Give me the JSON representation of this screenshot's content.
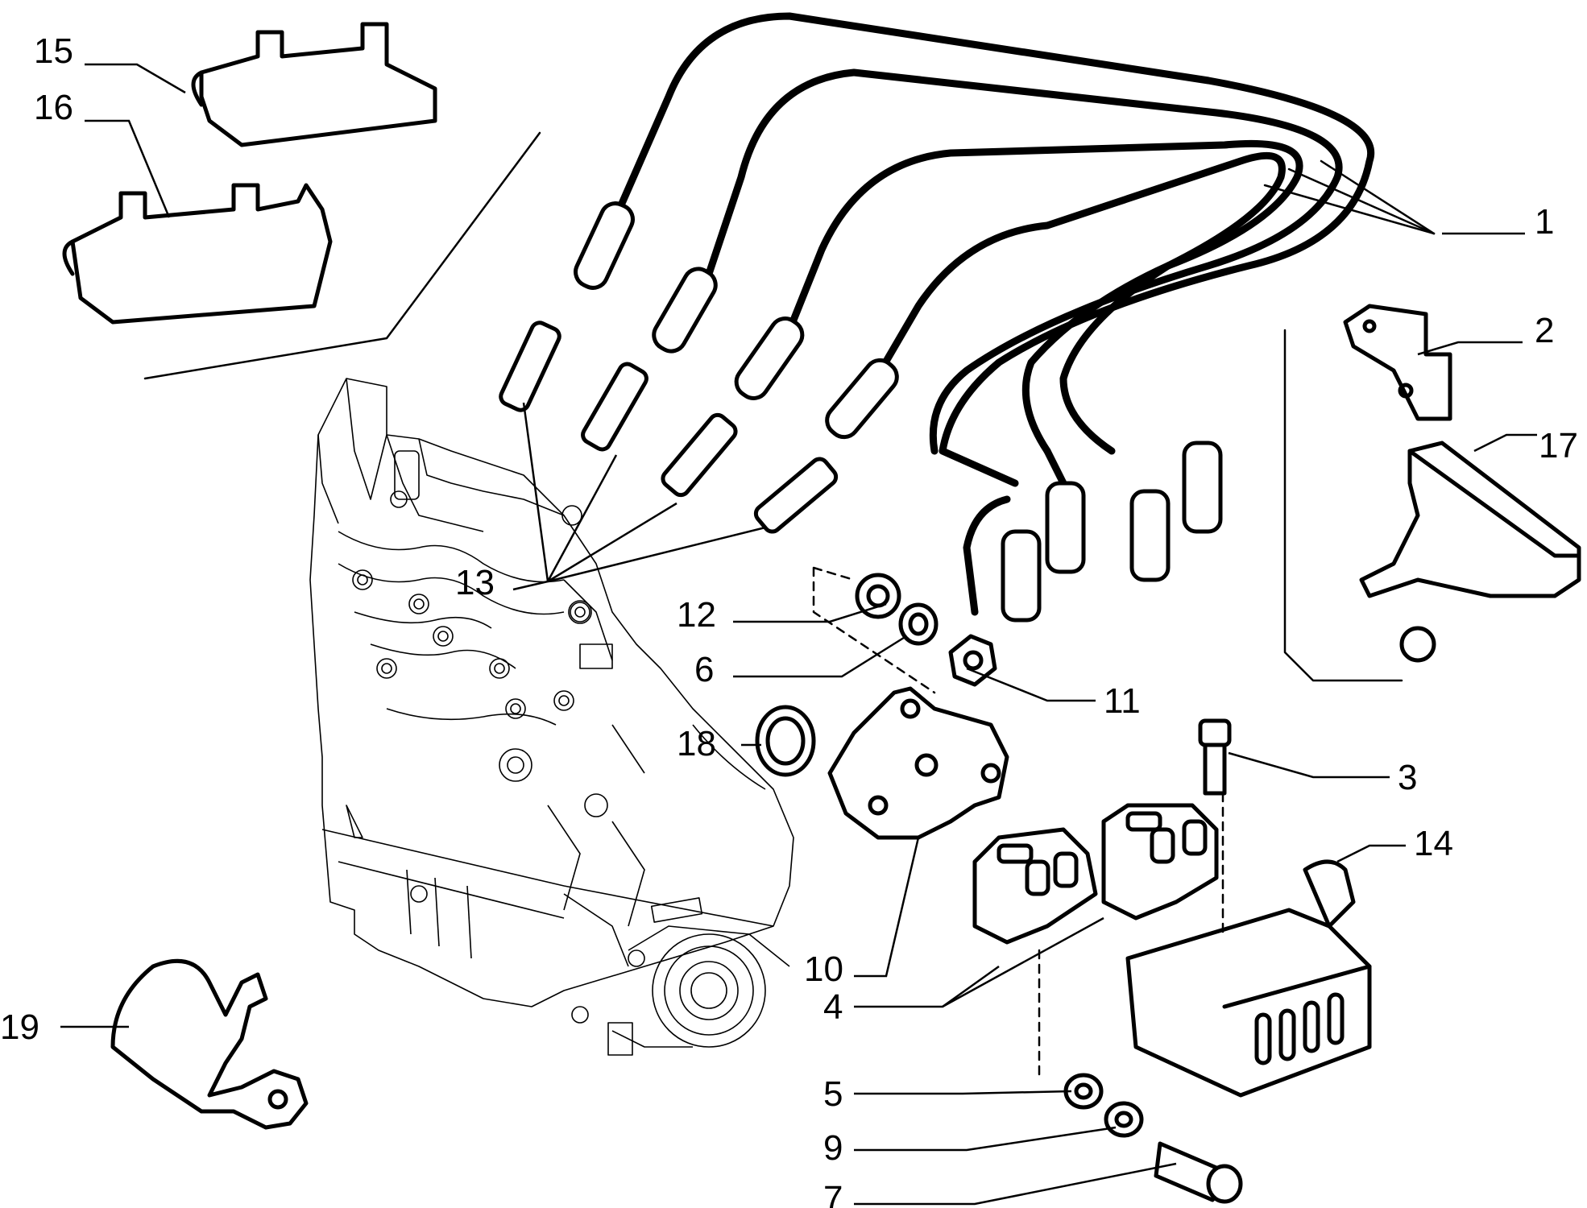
{
  "diagram": {
    "callouts": [
      {
        "id": "c1",
        "text": "1"
      },
      {
        "id": "c2",
        "text": "2"
      },
      {
        "id": "c3",
        "text": "3"
      },
      {
        "id": "c4",
        "text": "4"
      },
      {
        "id": "c5",
        "text": "5"
      },
      {
        "id": "c6",
        "text": "6"
      },
      {
        "id": "c7",
        "text": "7"
      },
      {
        "id": "c9",
        "text": "9"
      },
      {
        "id": "c10",
        "text": "10"
      },
      {
        "id": "c11",
        "text": "11"
      },
      {
        "id": "c12",
        "text": "12"
      },
      {
        "id": "c13",
        "text": "13"
      },
      {
        "id": "c14",
        "text": "14"
      },
      {
        "id": "c15",
        "text": "15"
      },
      {
        "id": "c16",
        "text": "16"
      },
      {
        "id": "c17",
        "text": "17"
      },
      {
        "id": "c18",
        "text": "18"
      },
      {
        "id": "c19",
        "text": "19"
      }
    ],
    "line_color": "#000000",
    "background_color": "#ffffff"
  }
}
